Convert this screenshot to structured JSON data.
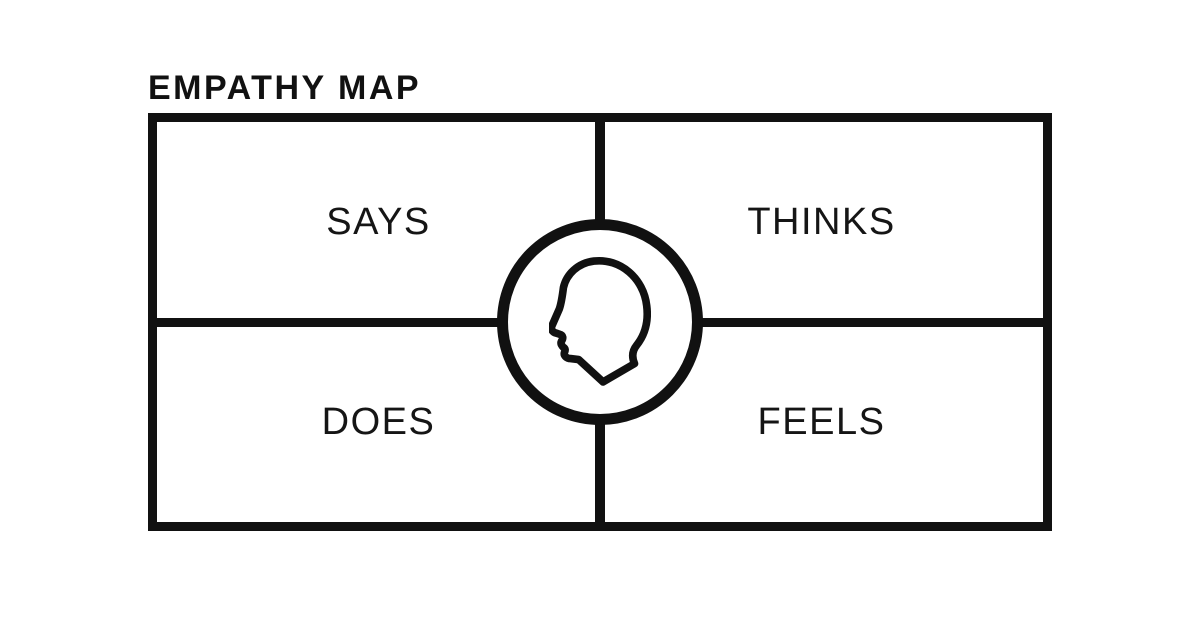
{
  "title": "EMPATHY MAP",
  "quadrants": [
    {
      "id": "says",
      "label": "SAYS"
    },
    {
      "id": "thinks",
      "label": "THINKS"
    },
    {
      "id": "does",
      "label": "DOES"
    },
    {
      "id": "feels",
      "label": "FEELS"
    }
  ],
  "center": {
    "icon": "head-profile-icon"
  },
  "colors": {
    "ink": "#111111",
    "background": "#ffffff"
  }
}
